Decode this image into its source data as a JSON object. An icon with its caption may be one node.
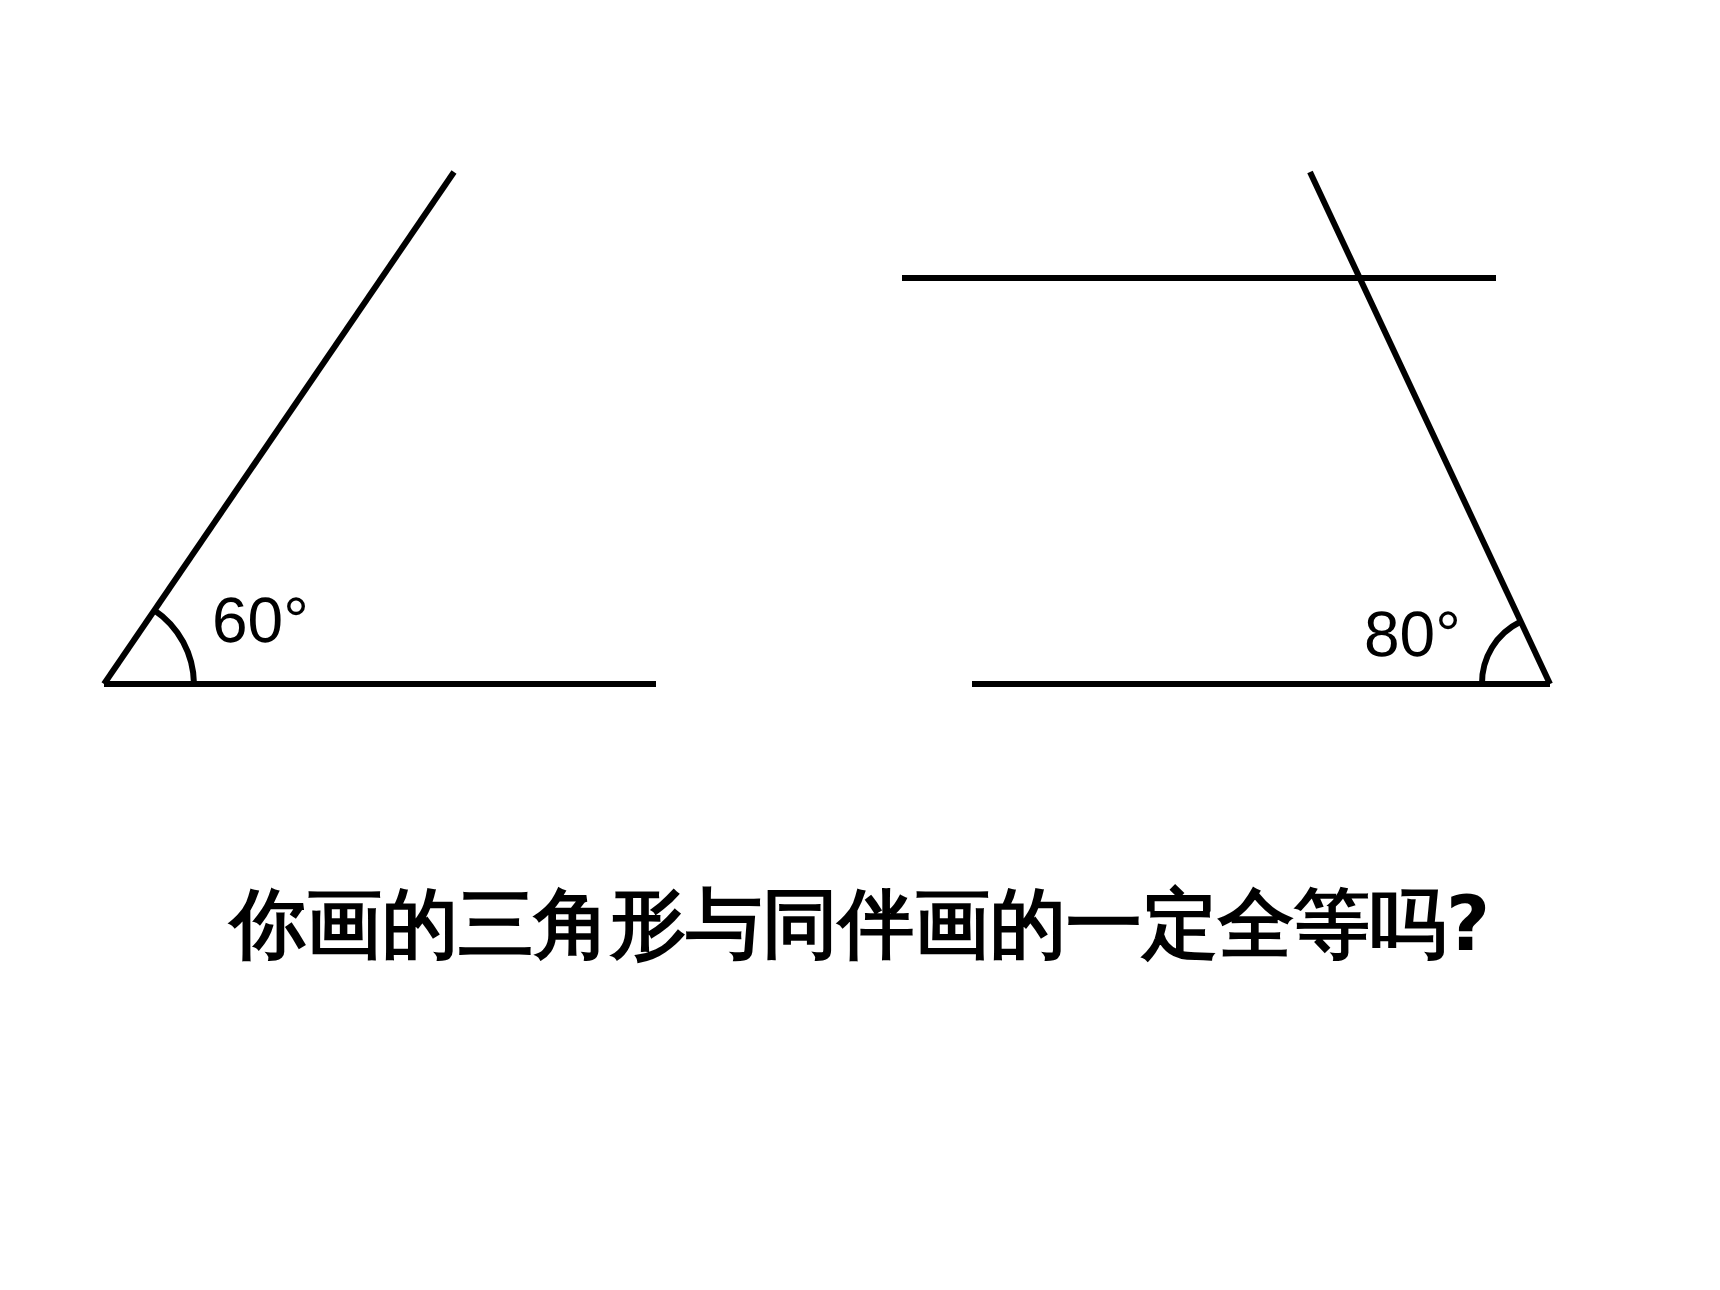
{
  "diagram": {
    "caption": "你画的三角形与同伴画的一定全等吗?",
    "labels": [
      "60°",
      "80°"
    ]
  }
}
